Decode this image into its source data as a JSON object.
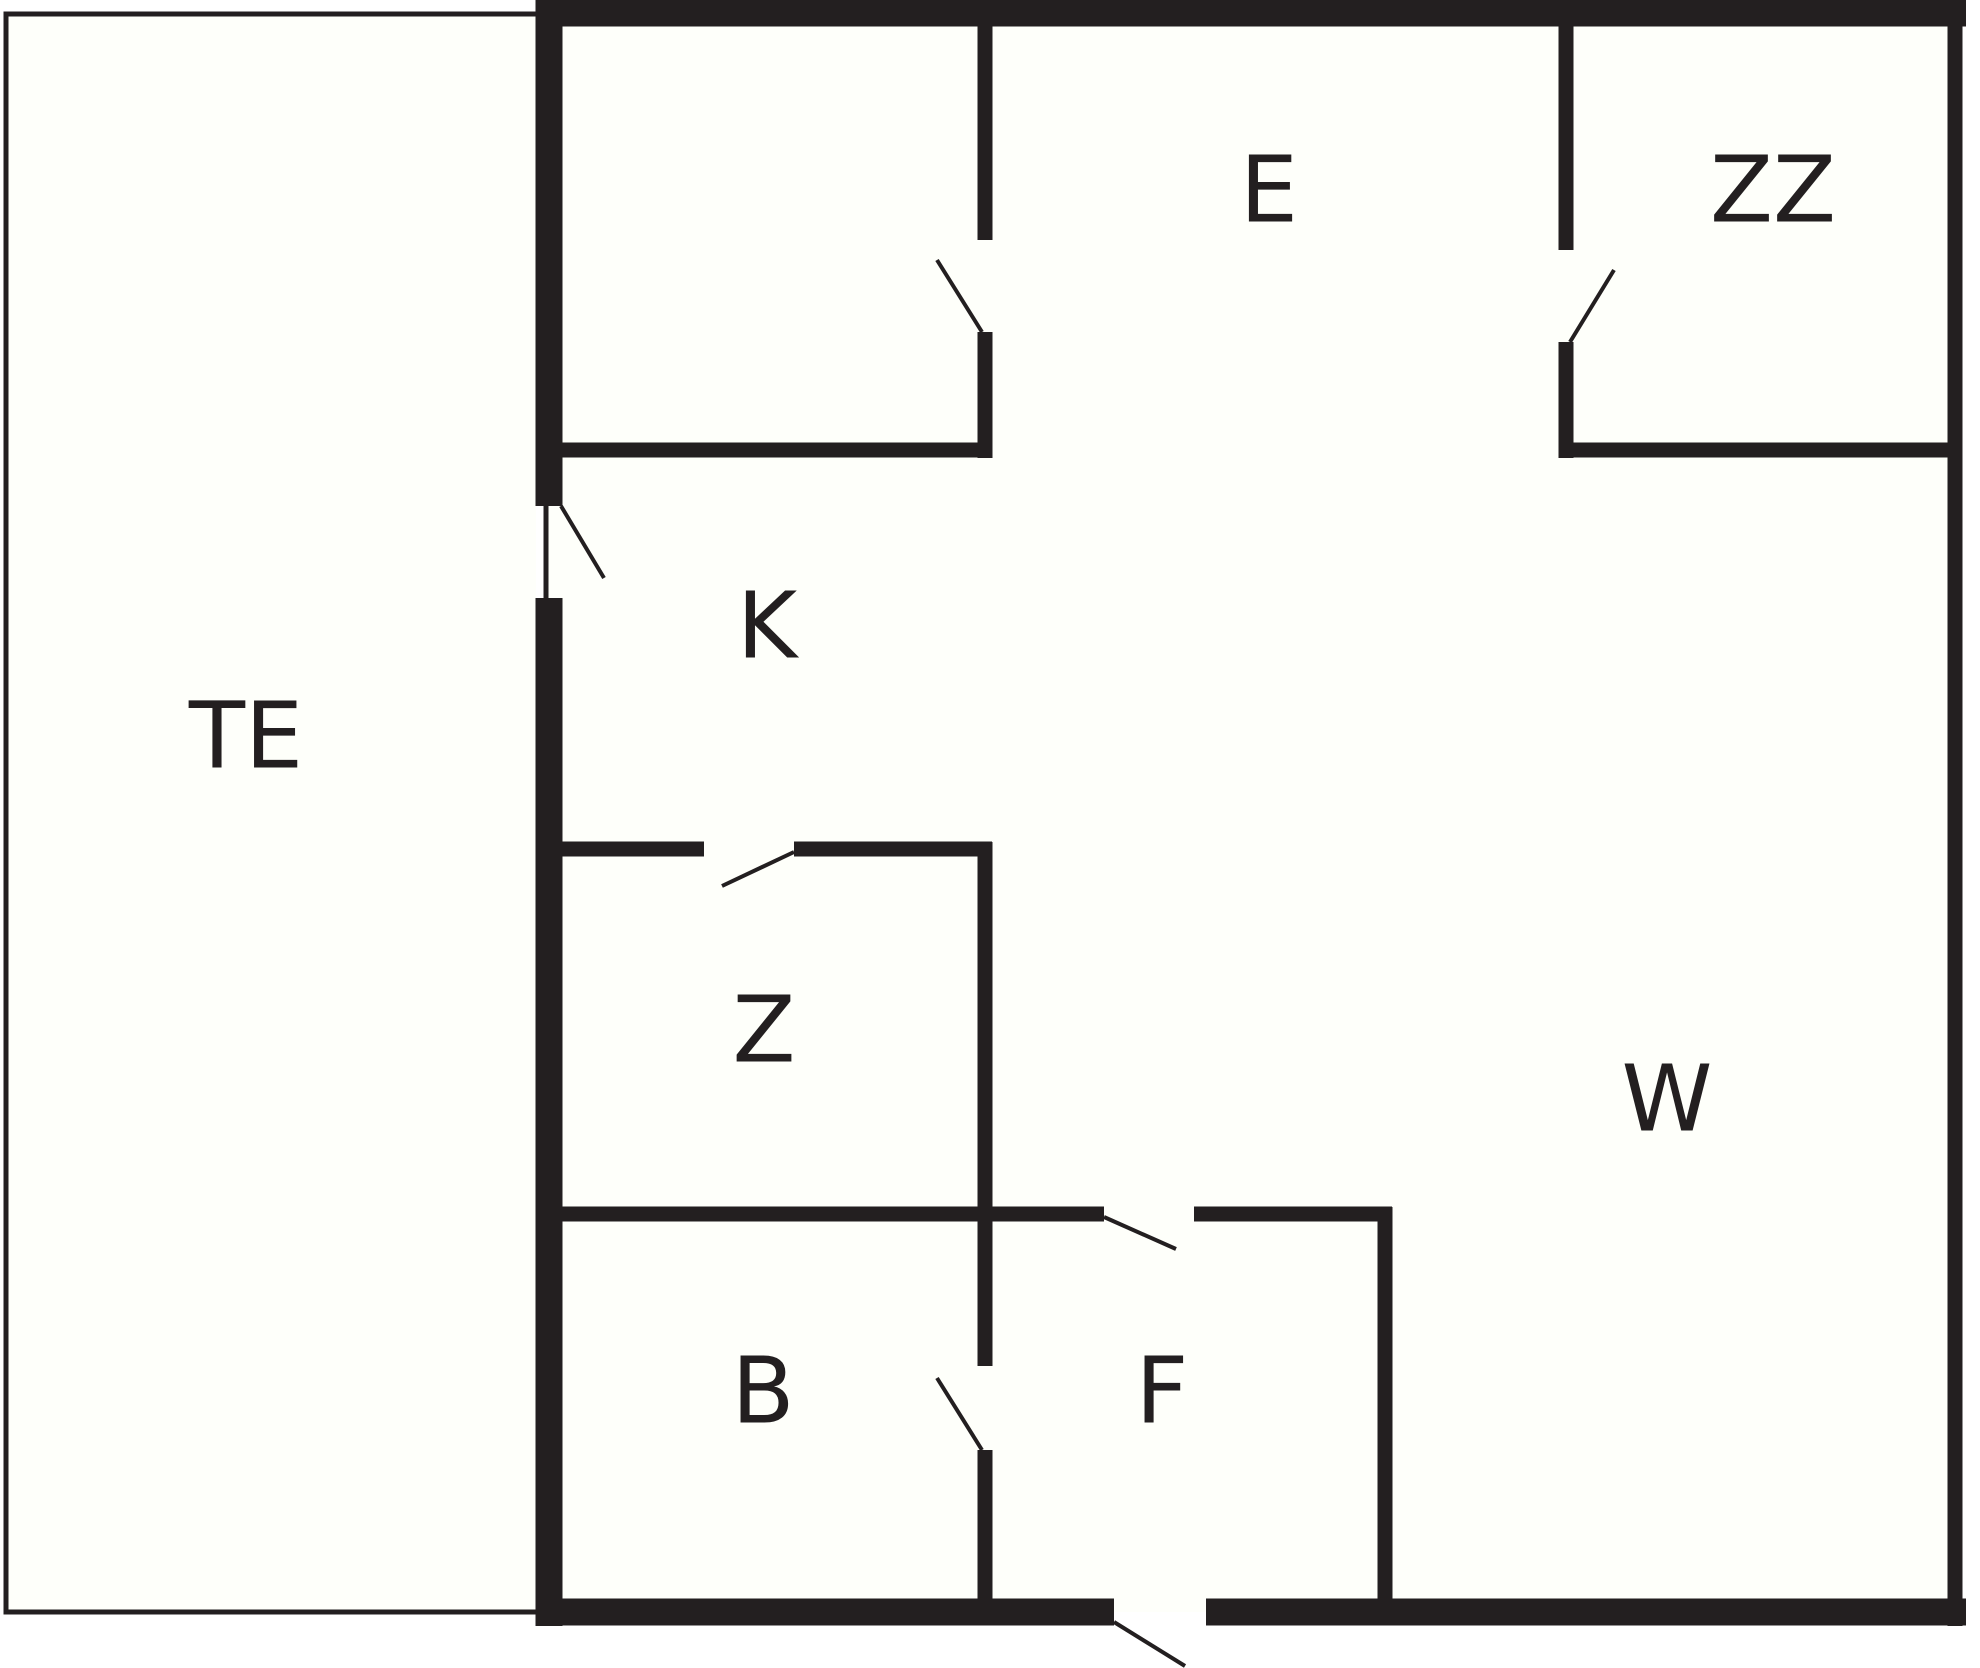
{
  "colors": {
    "wall": "#231f20",
    "floor": "#fefffa",
    "background": "#ffffff"
  },
  "rooms": {
    "te": "TE",
    "e": "E",
    "zz": "ZZ",
    "k": "K",
    "z": "Z",
    "w": "W",
    "b": "B",
    "f": "F"
  }
}
